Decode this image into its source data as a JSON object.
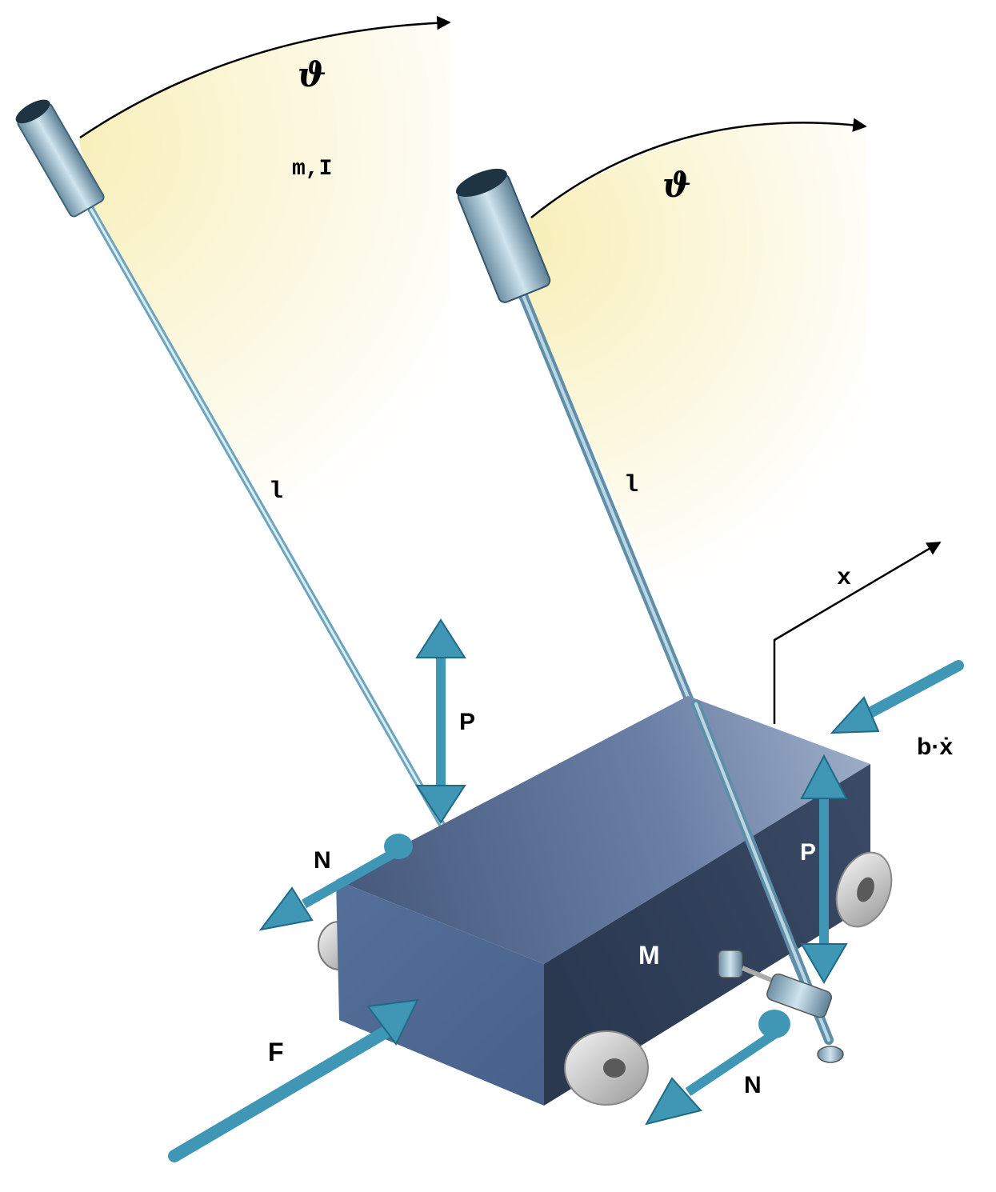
{
  "labels": {
    "theta_left": "ϑ",
    "theta_right": "ϑ",
    "mass_inertia": "m,I",
    "length_left": "l",
    "length_right": "l",
    "x_axis": "x",
    "damping": "b·ẋ",
    "reaction_p_left": "P",
    "reaction_p_right": "P",
    "reaction_n_left": "N",
    "reaction_n_right": "N",
    "cart_mass": "M",
    "force": "F"
  },
  "colors": {
    "arrow": "#3f97b5",
    "arrow_dark": "#1f6a86",
    "cart_top": "#5a7299",
    "cart_front": "#4e6690",
    "cart_side": "#2c3a52",
    "swept_area": "#fbf5d2",
    "line": "#000000"
  }
}
